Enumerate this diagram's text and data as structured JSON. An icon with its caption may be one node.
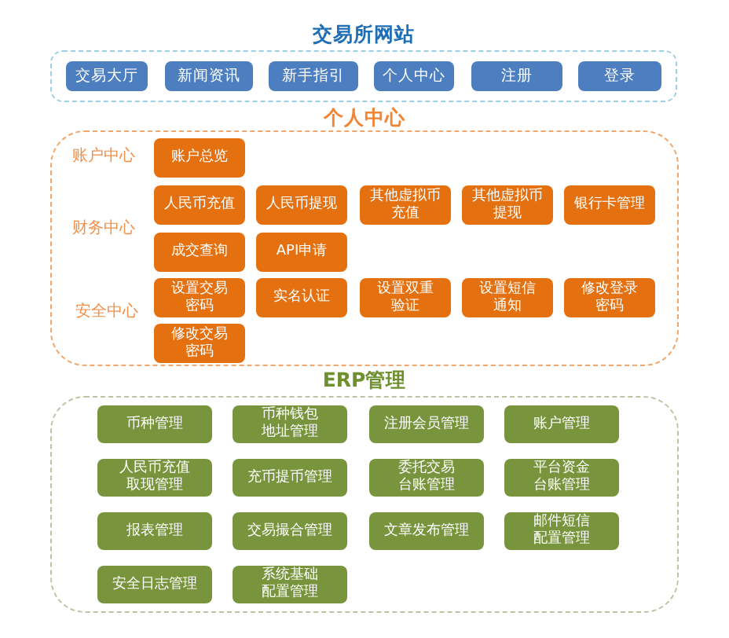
{
  "diagram": {
    "nodes": [
      {
        "text": [
          "交易所网站"
        ]
      },
      {
        "text": [
          "交易大厅"
        ],
        "in": 0
      },
      {
        "text": [
          "新闻资讯"
        ],
        "in": 0
      },
      {
        "text": [
          "新手指引"
        ],
        "in": 0
      },
      {
        "text": [
          "个人中心"
        ],
        "in": 0
      },
      {
        "text": [
          "注册"
        ],
        "in": 0
      },
      {
        "text": [
          "登录"
        ],
        "in": 0
      },
      {
        "text": [
          "个人中心"
        ]
      },
      {
        "text": [
          "账户总览"
        ],
        "in": 7
      },
      {
        "text": [
          "人民币充值"
        ],
        "in": 7
      },
      {
        "text": [
          "人民币提现"
        ],
        "in": 7
      },
      {
        "text": [
          "其他虚拟币充值"
        ],
        "in": 7
      },
      {
        "text": [
          "其他虚拟币提现"
        ],
        "in": 7
      },
      {
        "text": [
          "银行卡管理"
        ],
        "in": 7
      },
      {
        "text": [
          "成交查询"
        ],
        "in": 7
      },
      {
        "text": [
          "API申请"
        ],
        "in": 7
      },
      {
        "text": [
          "设置交易密码"
        ],
        "in": 7
      },
      {
        "text": [
          "实名认证"
        ],
        "in": 7
      },
      {
        "text": [
          "设置双重验证"
        ],
        "in": 7
      },
      {
        "text": [
          "设置短信通知"
        ],
        "in": 7
      },
      {
        "text": [
          "修改登录密码"
        ],
        "in": 7
      },
      {
        "text": [
          "修改交易密码"
        ],
        "in": 7
      },
      {
        "text": [
          "ERP管理"
        ]
      },
      {
        "text": [
          "币种管理"
        ],
        "in": 22
      },
      {
        "text": [
          "币种钱包地址管理"
        ],
        "in": 22
      },
      {
        "text": [
          "注册会员管理"
        ],
        "in": 22
      },
      {
        "text": [
          "账户管理"
        ],
        "in": 22
      },
      {
        "text": [
          "人民币充值取现管理"
        ],
        "in": 22
      },
      {
        "text": [
          "充币提币管理"
        ],
        "in": 22
      },
      {
        "text": [
          "委托交易台账管理"
        ],
        "in": 22
      },
      {
        "text": [
          "平台资金台账管理"
        ],
        "in": 22
      },
      {
        "text": [
          "报表管理"
        ],
        "in": 22
      },
      {
        "text": [
          "交易撮合管理"
        ],
        "in": 22
      },
      {
        "text": [
          "文章发布管理"
        ],
        "in": 22
      },
      {
        "text": [
          "邮件短信配置管理"
        ],
        "in": 22
      },
      {
        "text": [
          "安全日志管理"
        ],
        "in": 22
      },
      {
        "text": [
          "系统基础配置管理"
        ],
        "in": 22
      }
    ],
    "labels": [
      "账户中心",
      "财务中心",
      "安全中心"
    ]
  }
}
